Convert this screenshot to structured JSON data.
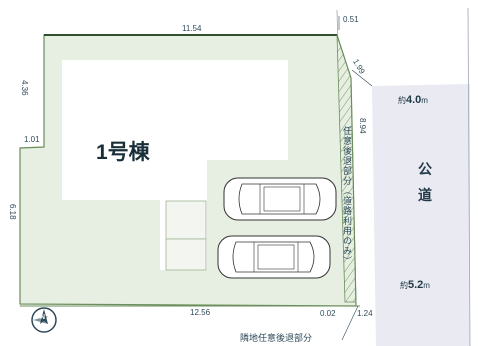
{
  "dimensions": {
    "top": "11.54",
    "top_right_offset": "0.51",
    "right_diag": "1.99",
    "left_upper": "4.36",
    "left_step": "1.01",
    "left_lower": "6.18",
    "bottom": "12.56",
    "bottom_corner": "0.02",
    "bottom_right": "1.24",
    "setback_strip": "8.94"
  },
  "road": {
    "name_line1": "公",
    "name_line2": "道",
    "width_top_prefix": "約",
    "width_top_value": "4.0",
    "width_top_unit": "m",
    "width_bottom_prefix": "約",
    "width_bottom_value": "5.2",
    "width_bottom_unit": "m"
  },
  "labels": {
    "lot": "1号棟",
    "setback_strip": "任意後退部分（道路利用のみ）",
    "neighbor_setback": "隣地任意後退部分"
  },
  "compass": {
    "north": "N"
  },
  "colors": {
    "lot_fill": "#e7efe2",
    "lot_border": "#6b8e5c",
    "road_fill": "#e9eaf2",
    "building_fill": "#ffffff",
    "line": "#2e4a5a"
  }
}
